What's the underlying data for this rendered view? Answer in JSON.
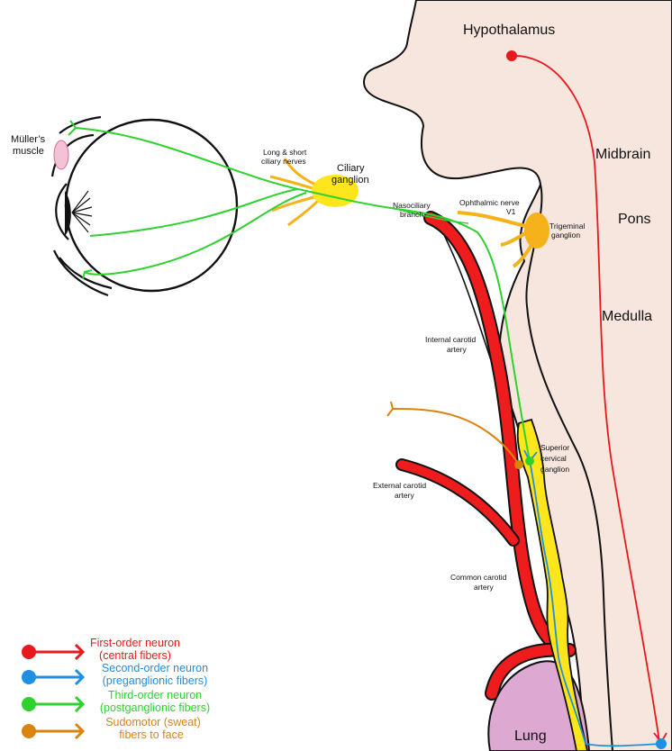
{
  "labels": {
    "hypothalamus": "Hypothalamus",
    "midbrain": "Midbrain",
    "pons": "Pons",
    "medulla": "Medulla",
    "muller_muscle_l1": "Müller’s",
    "muller_muscle_l2": "muscle",
    "ciliary_nerves_l1": "Long & short",
    "ciliary_nerves_l2": "ciliary nerves",
    "ciliary_ganglion_l1": "Ciliary",
    "ciliary_ganglion_l2": "ganglion",
    "nasociliary_l1": "Nasociliary",
    "nasociliary_l2": "branch",
    "ophthalmic_l1": "Ophthalmic nerve",
    "ophthalmic_l2": "V1",
    "trigeminal_l1": "Trigeminal",
    "trigeminal_l2": "ganglion",
    "internal_carotid_l1": "Internal carotid",
    "internal_carotid_l2": "artery",
    "superior_cervical_l1": "Superior",
    "superior_cervical_l2": "cervical",
    "superior_cervical_l3": "ganglion",
    "external_carotid_l1": "External carotid",
    "external_carotid_l2": "artery",
    "common_carotid_l1": "Common carotid",
    "common_carotid_l2": "artery",
    "lung": "Lung"
  },
  "legend": [
    {
      "line1": "First-order neuron",
      "line2": "(central fibers)",
      "color": "#e8191d"
    },
    {
      "line1": "Second-order neuron",
      "line2": "(preganglionic fibers)",
      "color": "#1f8fe0"
    },
    {
      "line1": "Third-order neuron",
      "line2": "(postganglionic fibers)",
      "color": "#2fd12f"
    },
    {
      "line1": "Sudomotor (sweat)",
      "line2": "fibers to face",
      "color": "#d9840f"
    }
  ],
  "colors": {
    "brainstem": "#f6e6de",
    "artery": "#ee1c1c",
    "ganglion": "#ffe61c",
    "trigeminal": "#f5b21a",
    "lung": "#dda8d2",
    "first_order": "#e8191d",
    "second_order": "#1f8fe0",
    "third_order": "#2fd12f",
    "sudomotor": "#d9840f"
  }
}
